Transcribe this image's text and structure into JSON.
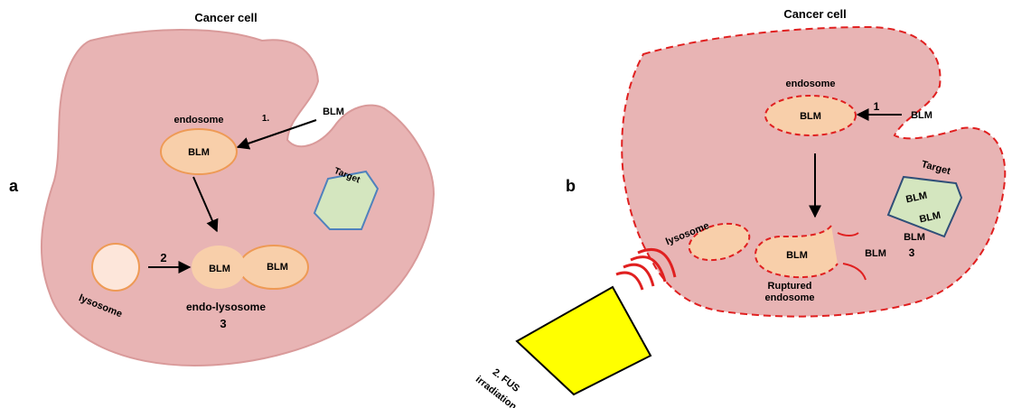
{
  "colors": {
    "cell_fill": "#e8b4b4",
    "cell_stroke_a": "#d99a9a",
    "cell_stroke_b": "#e02020",
    "vesicle_fill": "#f8cfaa",
    "vesicle_stroke": "#ee9a55",
    "lysosome_fill_a": "#fde6da",
    "target_fill": "#d4e6bf",
    "target_stroke_a": "#4f81bd",
    "target_stroke_b": "#2f4f78",
    "transducer_fill": "#ffff00",
    "wave_color": "#e02020"
  },
  "panel_a": {
    "letter": "a",
    "cell_title": "Cancer cell",
    "blm_label": "BLM",
    "step1_label": "1.",
    "endosome_label": "endosome",
    "endosome_blm": "BLM",
    "target_label": "Target",
    "step2_label": "2",
    "lysosome_label": "lysosome",
    "endolysosome_blm_left": "BLM",
    "endolysosome_blm_right": "BLM",
    "endolysosome_label": "endo-lysosome",
    "step3_label": "3"
  },
  "panel_b": {
    "letter": "b",
    "cell_title": "Cancer cell",
    "endosome_label": "endosome",
    "endosome_blm": "BLM",
    "step1_label": "1",
    "blm_label": "BLM",
    "target_label": "Target",
    "target_blm_1": "BLM",
    "target_blm_2": "BLM",
    "lysosome_label": "lysosome",
    "ruptured_blm": "BLM",
    "released_blm": "BLM",
    "released_blm_2": "BLM",
    "step3_label": "3",
    "ruptured_label_line1": "Ruptured",
    "ruptured_label_line2": "endosome",
    "fus_label_line1": "2. FUS",
    "fus_label_line2": "irradiation"
  }
}
